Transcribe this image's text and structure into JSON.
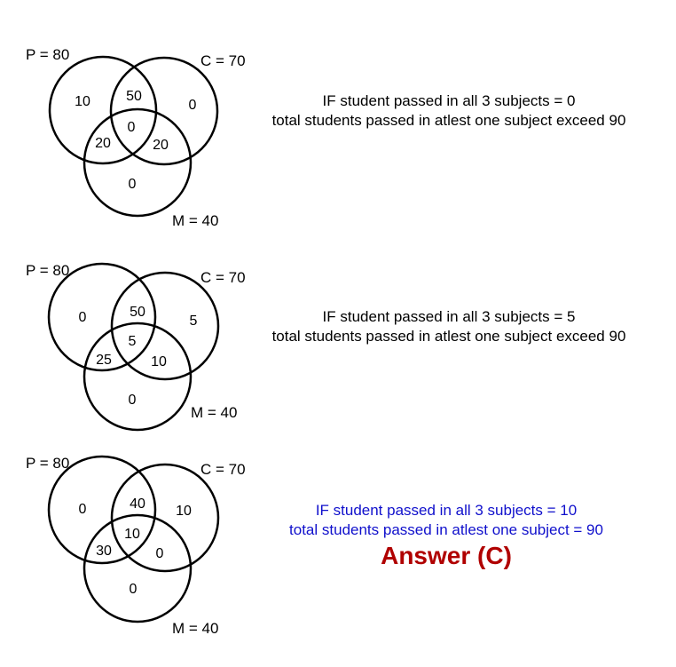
{
  "colors": {
    "stroke": "#000000",
    "text": "#000000",
    "highlight_text": "#1010cc",
    "answer_text": "#b00000",
    "background": "#ffffff"
  },
  "diagrams": [
    {
      "labels": {
        "p": "P = 80",
        "c": "C = 70",
        "m": "M = 40"
      },
      "regions": {
        "p_only": "10",
        "pc": "50",
        "c_only": "0",
        "pcm": "0",
        "pm": "20",
        "cm": "20",
        "m_only": "0"
      },
      "statement": {
        "line1": "IF student passed in all 3 subjects = 0",
        "line2": "total students passed in atlest one subject exceed 90"
      }
    },
    {
      "labels": {
        "p": "P = 80",
        "c": "C = 70",
        "m": "M = 40"
      },
      "regions": {
        "p_only": "0",
        "pc": "50",
        "c_only": "5",
        "pcm": "5",
        "pm": "25",
        "cm": "10",
        "m_only": "0"
      },
      "statement": {
        "line1": "IF student passed in all 3 subjects = 5",
        "line2": "total students passed in atlest one subject exceed 90"
      }
    },
    {
      "labels": {
        "p": "P = 80",
        "c": "C = 70",
        "m": "M = 40"
      },
      "regions": {
        "p_only": "0",
        "pc": "40",
        "c_only": "10",
        "pcm": "10",
        "pm": "30",
        "cm": "0",
        "m_only": "0"
      },
      "statement": {
        "line1": "IF student passed in all 3 subjects = 10",
        "line2": "total students passed in atlest one subject = 90"
      },
      "answer": "Answer (C)"
    }
  ]
}
